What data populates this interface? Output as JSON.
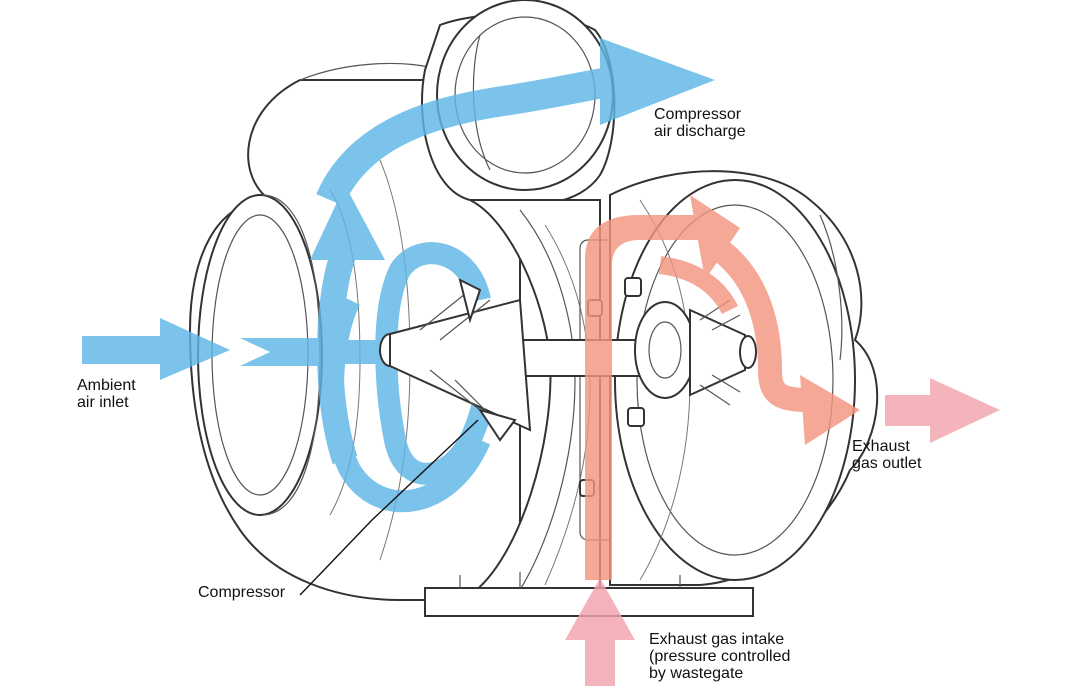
{
  "labels": {
    "compressor_discharge": [
      "Compressor",
      "air discharge"
    ],
    "ambient_inlet": [
      "Ambient",
      "air inlet"
    ],
    "exhaust_outlet": [
      "Exhaust",
      "gas outlet"
    ],
    "compressor": "Compressor",
    "exhaust_intake": [
      "Exhaust gas intake",
      "(pressure controlled",
      "by wastegate"
    ]
  },
  "colors": {
    "cold_air_flow": "#5fb6e6",
    "hot_gas_flow": "#f3957f",
    "exhaust_exit_flow": "#f2a3ad",
    "outline": "#333333",
    "background": "#ffffff"
  }
}
